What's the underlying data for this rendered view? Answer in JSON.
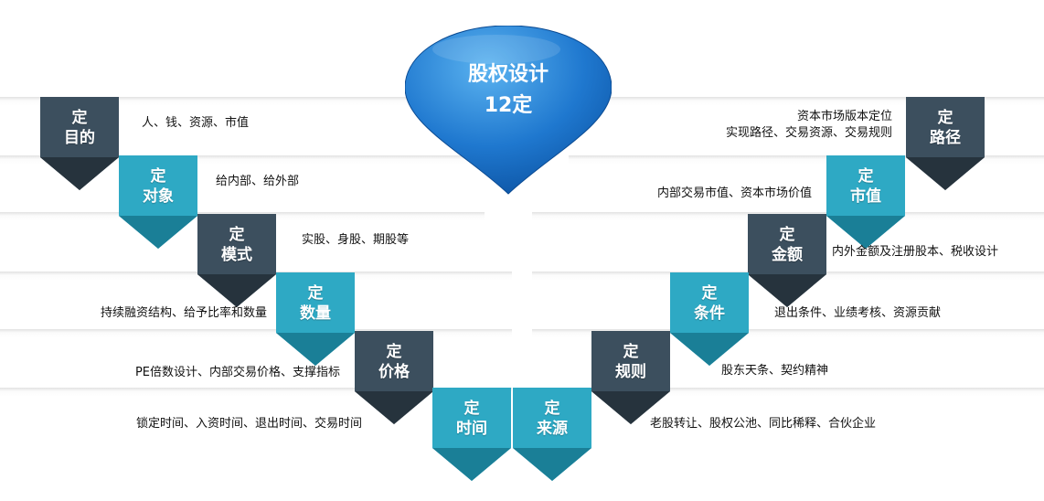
{
  "title": {
    "line1": "股权设计",
    "line2": "12定"
  },
  "colors": {
    "dark": "#3c4f5e",
    "dark_side": "#26333d",
    "teal": "#2ea9c4",
    "teal_side": "#1a7f97",
    "drop_top": "#4aa3e8",
    "drop_bottom": "#0a5bb0"
  },
  "left_items": [
    {
      "top": "定",
      "bottom": "目的",
      "desc": "人、钱、资源、市值",
      "style": "dark"
    },
    {
      "top": "定",
      "bottom": "对象",
      "desc": "给内部、给外部",
      "style": "teal"
    },
    {
      "top": "定",
      "bottom": "模式",
      "desc": "实股、身股、期股等",
      "style": "dark"
    },
    {
      "top": "定",
      "bottom": "数量",
      "desc": "持续融资结构、给予比率和数量",
      "style": "teal"
    },
    {
      "top": "定",
      "bottom": "价格",
      "desc": "PE倍数设计、内部交易价格、支撑指标",
      "style": "dark"
    },
    {
      "top": "定",
      "bottom": "时间",
      "desc": "锁定时间、入资时间、退出时间、交易时间",
      "style": "teal"
    }
  ],
  "right_items": [
    {
      "top": "定",
      "bottom": "路径",
      "desc": [
        "资本市场版本定位",
        "实现路径、交易资源、交易规则"
      ],
      "style": "dark"
    },
    {
      "top": "定",
      "bottom": "市值",
      "desc": [
        "内部交易市值、资本市场价值"
      ],
      "style": "teal"
    },
    {
      "top": "定",
      "bottom": "金额",
      "desc": [
        "内外金额及注册股本、税收设计"
      ],
      "style": "dark"
    },
    {
      "top": "定",
      "bottom": "条件",
      "desc": [
        "退出条件、业绩考核、资源贡献"
      ],
      "style": "teal"
    },
    {
      "top": "定",
      "bottom": "规则",
      "desc": [
        "股东天条、契约精神"
      ],
      "style": "dark"
    },
    {
      "top": "定",
      "bottom": "来源",
      "desc": [
        "老股转让、股权公池、同比稀释、合伙企业"
      ],
      "style": "teal"
    }
  ]
}
